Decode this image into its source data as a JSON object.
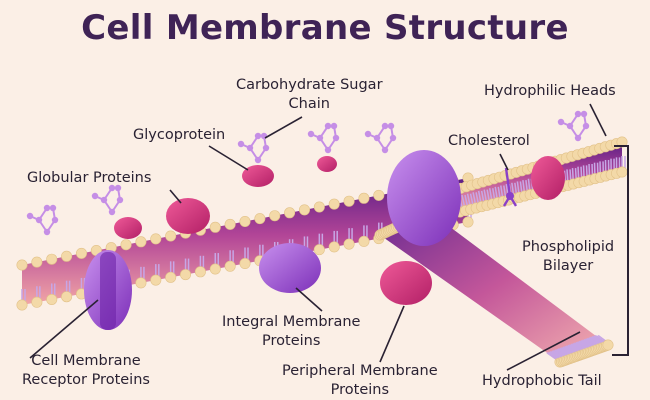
{
  "title": "Cell Membrane Structure",
  "labels": {
    "carbohydrate": [
      "Carbohydrate Sugar",
      "Chain"
    ],
    "glycoprotein": "Glycoprotein",
    "globular": "Globular Proteins",
    "hydrophilic": "Hydrophilic Heads",
    "cholesterol": "Cholesterol",
    "phospholipid": [
      "Phospholipid",
      "Bilayer"
    ],
    "integral": [
      "Integral Membrane",
      "Proteins"
    ],
    "receptor": [
      "Cell Membrane",
      "Receptor Proteins"
    ],
    "peripheral": [
      "Peripheral Membrane",
      "Proteins"
    ],
    "hydrophobic": "Hydrophobic Tail"
  },
  "colors": {
    "background": "#fbefe6",
    "title": "#3f2356",
    "head": "#f3d9a8",
    "membrane_dark": "#5b1e86",
    "membrane_light": "#f2a6a6",
    "tail": "#c7a6e6",
    "protein_magenta": "#d93f86",
    "protein_purple": "#9c4bd3",
    "sugar": "#c58ee6"
  }
}
